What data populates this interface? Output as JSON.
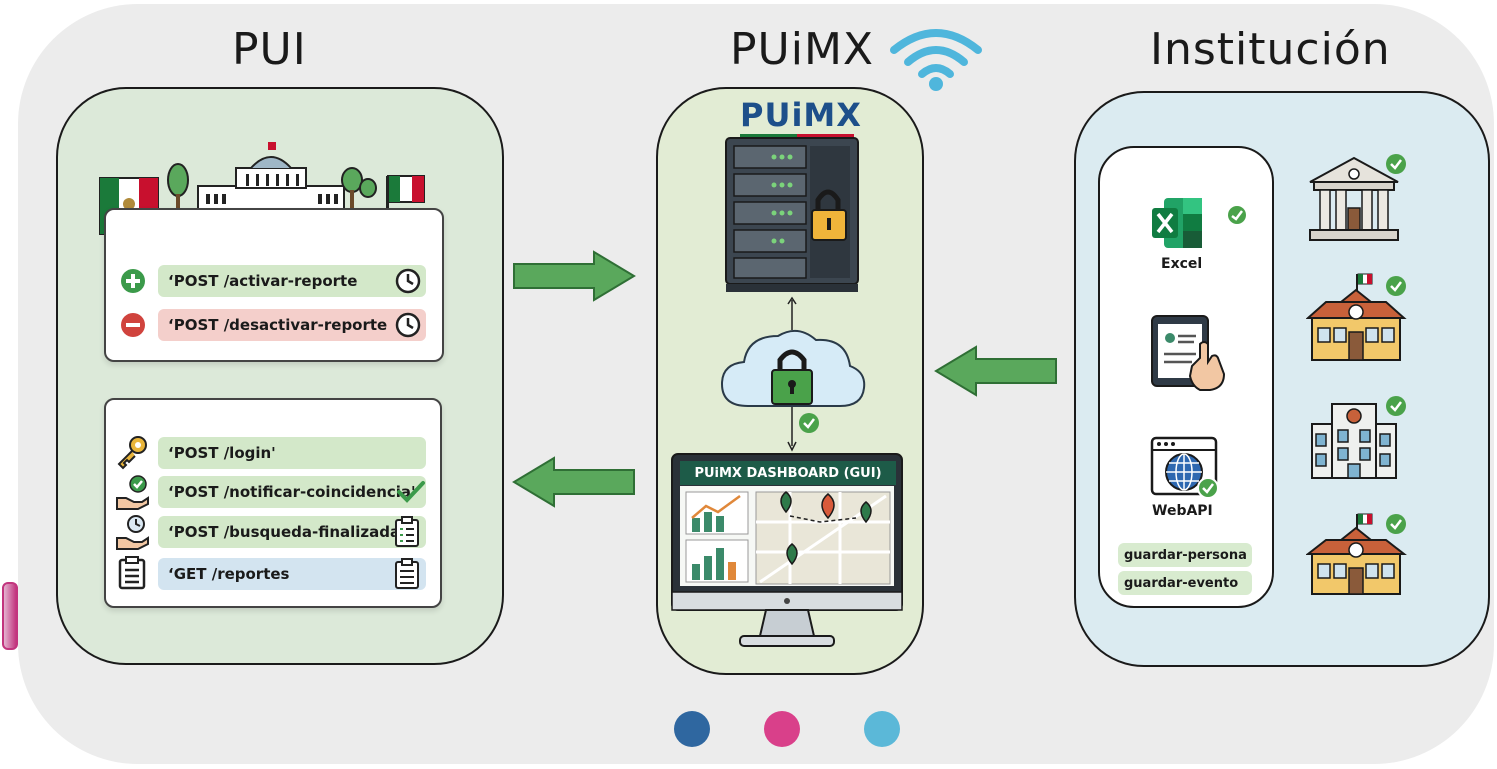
{
  "titles": {
    "pui": "PUI",
    "puimx": "PUiMX",
    "institucion": "Institución"
  },
  "pui_panel": {
    "top_endpoints": [
      {
        "label": "‘POST /activar-reporte",
        "lead_icon": "plus-circle-icon",
        "trail_icon": "clock-icon",
        "tone": "green"
      },
      {
        "label": "‘POST /desactivar-reporte",
        "lead_icon": "minus-circle-icon",
        "trail_icon": "clock-icon",
        "tone": "red"
      }
    ],
    "bottom_endpoints": [
      {
        "label": "‘POST /login'",
        "lead_icon": "key-icon",
        "trail_icon": "",
        "tone": "green"
      },
      {
        "label": "‘POST /notificar-coincidencia'",
        "lead_icon": "hand-check-icon",
        "trail_icon": "checkmark-icon",
        "tone": "green"
      },
      {
        "label": "‘POST /busqueda-finalizada'",
        "lead_icon": "hand-clock-icon",
        "trail_icon": "clipboard-list-icon",
        "tone": "green"
      },
      {
        "label": "‘GET /reportes",
        "lead_icon": "clipboard-icon",
        "trail_icon": "clipboard-list-icon",
        "tone": "blue"
      }
    ]
  },
  "puimx_panel": {
    "logo": "PUiMX",
    "dashboard_title": "PUiMX DASHBOARD (GUI)"
  },
  "institucion_panel": {
    "channels": [
      {
        "label": "Excel",
        "icon": "excel-icon"
      },
      {
        "label": "",
        "icon": "tablet-form-icon"
      },
      {
        "label": "WebAPI",
        "icon": "globe-browser-icon"
      }
    ],
    "endpoints": [
      "guardar-persona",
      "guardar-evento"
    ],
    "institutions": [
      "bank-building-icon",
      "school-building-icon",
      "hospital-building-icon",
      "school-building-icon"
    ]
  },
  "colors": {
    "arrow": "#5aa85c",
    "dot_blue": "#2f67a0",
    "dot_pink": "#d9408a",
    "dot_cyan": "#5bb8d8",
    "mexico_green": "#1b7a3a",
    "mexico_red": "#c8102e"
  }
}
